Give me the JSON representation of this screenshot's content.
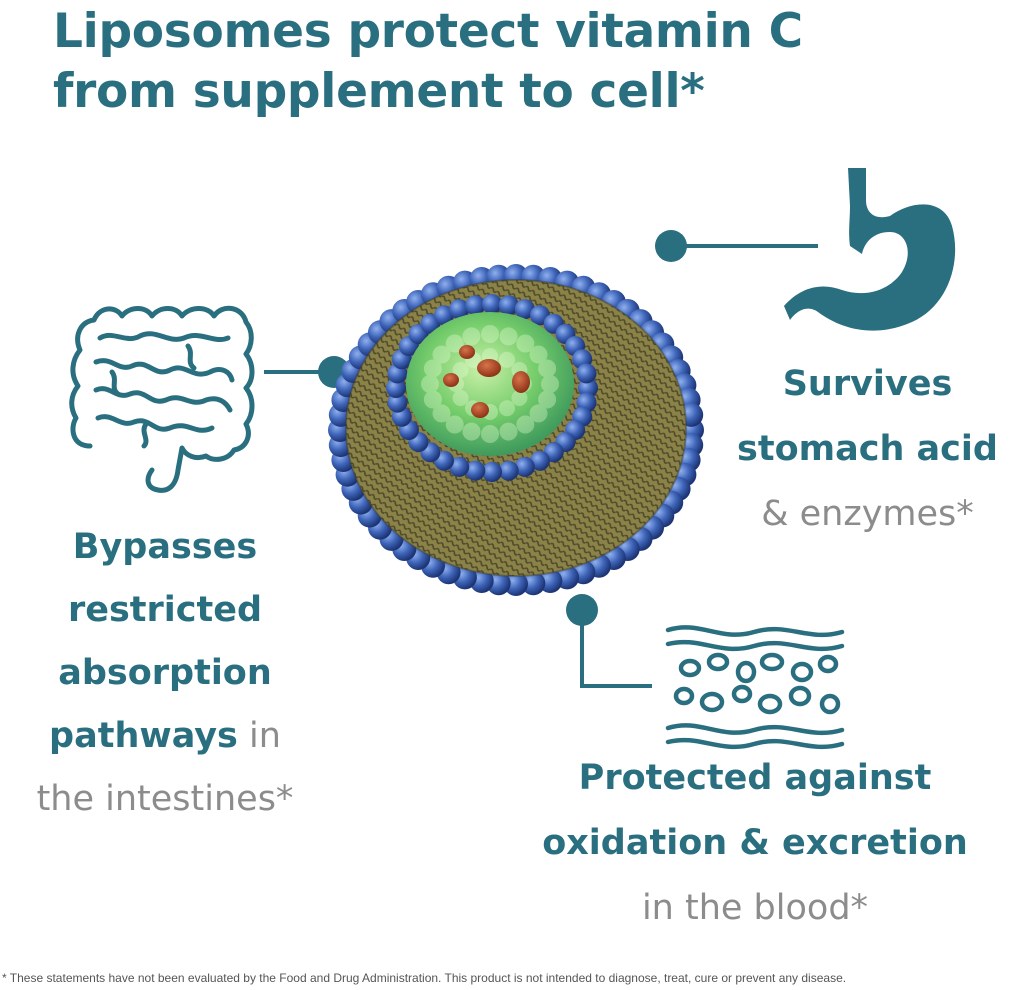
{
  "colors": {
    "teal": "#2a6f80",
    "gray": "#8c8c8c",
    "liposome_blue": "#3e64b8",
    "core_green": "#7ad16a",
    "tail_olive": "#7c7440",
    "payload_red": "#b2472a"
  },
  "title": {
    "line1": "Liposomes protect vitamin C",
    "line2": "from supplement to cell*"
  },
  "callouts": {
    "stomach": {
      "icon": "stomach-icon",
      "bold_line1": "Survives",
      "bold_line2": "stomach acid",
      "light_line3": "& enzymes*"
    },
    "intestines": {
      "icon": "intestines-icon",
      "bold_line1": "Bypasses",
      "bold_line2": "restricted",
      "bold_line3": "absorption",
      "bold_line4": "pathways",
      "light_line4": " in",
      "light_line5": "the intestines*"
    },
    "blood": {
      "icon": "blood-vessel-icon",
      "bold_line1": "Protected against",
      "bold_line2": "oxidation & excretion",
      "light_line3": "in the blood*"
    }
  },
  "center_image": "liposome-illustration",
  "footnote": "* These statements have not been evaluated by the Food and Drug Administration. This product is not intended to diagnose, treat, cure or prevent any disease."
}
